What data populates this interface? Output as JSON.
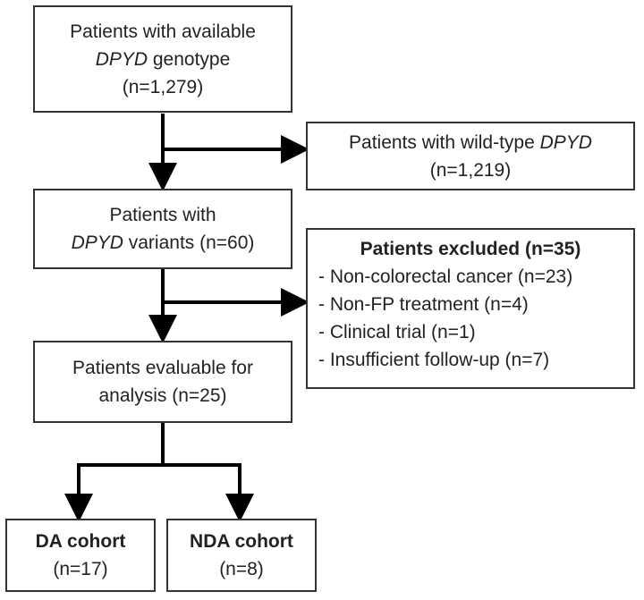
{
  "boxes": {
    "genotype": {
      "line1": "Patients with available",
      "gene": "DPYD",
      "line2_suffix": " genotype",
      "count": "(n=1,279)"
    },
    "wild_type": {
      "prefix": "Patients with wild-type ",
      "gene": "DPYD",
      "count": "(n=1,219)"
    },
    "variants": {
      "line1": "Patients with",
      "gene": "DPYD",
      "line2_suffix": " variants (n=60)"
    },
    "excluded": {
      "title": "Patients excluded (n=35)",
      "items": [
        "- Non-colorectal cancer (n=23)",
        "- Non-FP  treatment  (n=4)",
        "- Clinical trial (n=1)",
        "- Insufficient follow-up  (n=7)"
      ]
    },
    "evaluable": {
      "line1": "Patients evaluable for",
      "line2": "analysis (n=25)"
    },
    "da": {
      "title": "DA cohort",
      "count": "(n=17)"
    },
    "nda": {
      "title": "NDA cohort",
      "count": "(n=8)"
    }
  },
  "colors": {
    "stroke": "#333333",
    "text": "#222222",
    "background": "#ffffff"
  }
}
